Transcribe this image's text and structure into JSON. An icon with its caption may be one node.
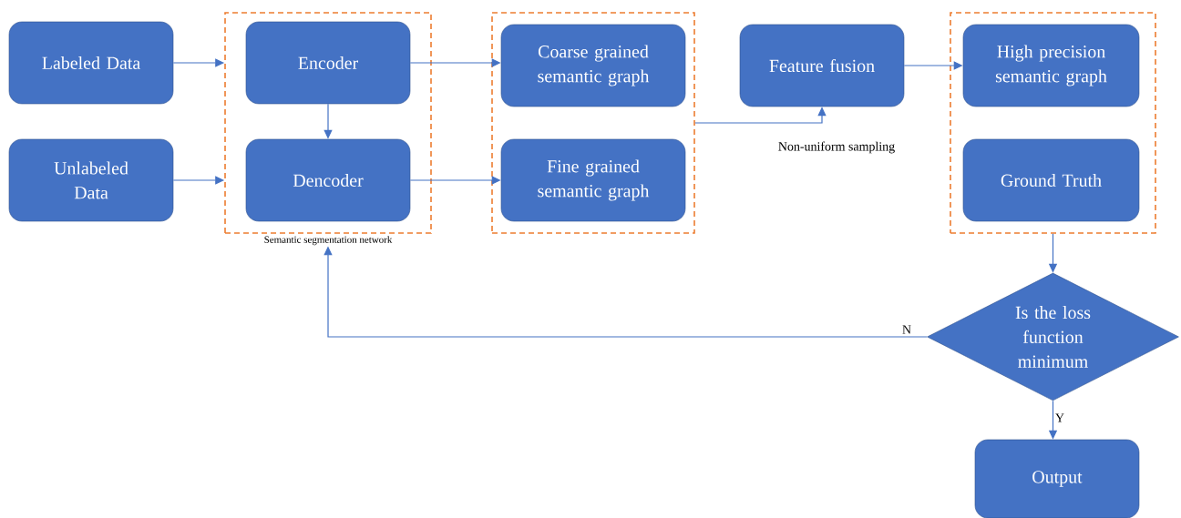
{
  "diagram": {
    "nodes": [
      {
        "text": [
          "Labeled Data"
        ]
      },
      {
        "text": [
          "Unlabeled Data"
        ]
      },
      {
        "text": [
          "Semantic segmentation network"
        ]
      },
      {
        "text": [
          "Encoder"
        ],
        "in": 2
      },
      {
        "text": [
          "Dencoder"
        ],
        "in": 2
      },
      {
        "text": [],
        "shape": "box"
      },
      {
        "text": [
          "Coarse grained semantic graph"
        ],
        "in": 5
      },
      {
        "text": [
          "Fine grained semantic graph"
        ],
        "in": 5
      },
      {
        "text": [
          "Feature fusion"
        ]
      },
      {
        "text": [],
        "shape": "box"
      },
      {
        "text": [
          "High precision semantic graph"
        ],
        "in": 9
      },
      {
        "text": [
          "Ground Truth"
        ],
        "in": 9
      },
      {
        "text": [
          "Is the loss function minimum"
        ]
      },
      {
        "text": [
          "Output"
        ]
      }
    ],
    "edges": [
      {
        "from": 0,
        "to": 2,
        "arrow": "to"
      },
      {
        "from": 1,
        "to": 2,
        "arrow": "to"
      },
      {
        "from": 3,
        "to": 4,
        "arrow": "to"
      },
      {
        "from": 3,
        "to": 6,
        "arrow": "to"
      },
      {
        "from": 4,
        "to": 7,
        "arrow": "to"
      },
      {
        "from": 5,
        "to": 8,
        "arrow": "to",
        "label": "Non-uniform sampling"
      },
      {
        "from": 8,
        "to": 10,
        "arrow": "to"
      },
      {
        "from": 9,
        "to": 12,
        "arrow": "to"
      },
      {
        "from": 12,
        "to": 2,
        "arrow": "to",
        "label": "N"
      },
      {
        "from": 12,
        "to": 13,
        "arrow": "to",
        "label": "Y"
      }
    ]
  }
}
